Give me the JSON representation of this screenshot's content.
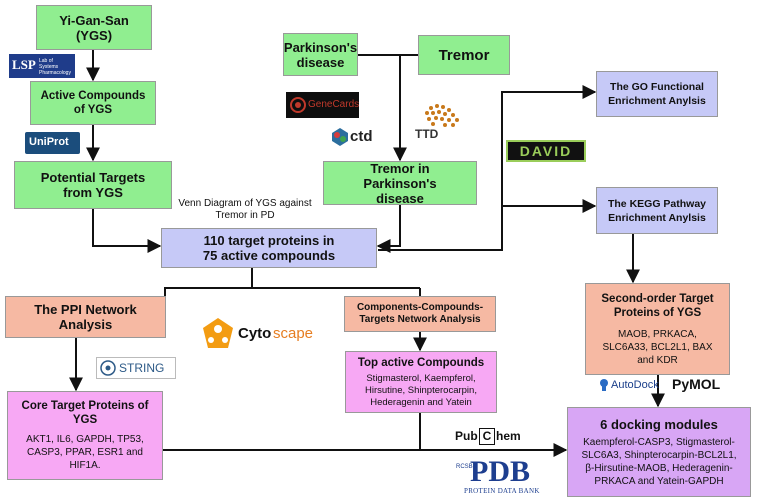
{
  "nodes": {
    "ygs": "Yi-Gan-San (YGS)",
    "active_compounds": "Active Compounds of YGS",
    "potential_targets": "Potential Targets from YGS",
    "parkinsons": "Parkinson's disease",
    "tremor": "Tremor",
    "tremor_pd": "Tremor in Parkinson's disease",
    "go": "The GO Functional Enrichment Anylsis",
    "kegg": "The KEGG Pathway Enrichment Anylsis",
    "target_proteins": "110 target proteins in 75 active compounds",
    "ppi": "The PPI Network Analysis",
    "network_analysis": "Components-Compounds-Targets Network Analysis",
    "second_order_title": "Second-order Target Proteins of YGS",
    "second_order_list": "MAOB, PRKACA, SLC6A33, BCL2L1, BAX and KDR",
    "top_compounds_title": "Top active Compounds",
    "top_compounds_list": "Stigmasterol, Kaempferol, Hirsutine, Shinpterocarpin, Hederagenin and Yatein",
    "core_title": "Core Target Proteins of YGS",
    "core_list": "AKT1, IL6, GAPDH, TP53, CASP3, PPAR, ESR1 and HIF1A.",
    "docking_title": "6 docking modules",
    "docking_list": "Kaempferol-CASP3, Stigmasterol-SLC6A3, Shinpterocarpin-BCL2L1, β-Hirsutine-MAOB, Hederagenin-PRKACA and Yatein-GAPDH"
  },
  "venn_label": "Venn Diagram of YGS against Tremor in PD",
  "logos": {
    "lsp": "LSP",
    "lsp_sub": "Lab of Systems Pharmacology",
    "uniprot": "UniProt",
    "genecards": "GeneCards",
    "ctd": "ctd",
    "ttd": "TTD",
    "david": "DAVID",
    "cytoscape_a": "Cyto",
    "cytoscape_b": "scape",
    "string": "STRING",
    "autodock": "AutoDock",
    "pymol": "PyMOL",
    "pubchem_a": "Pub",
    "pubchem_b": "C",
    "pubchem_c": "hem",
    "pdb": "PDB",
    "pdb_rcsb": "RCSB",
    "pdb_sub": "PROTEIN DATA BANK"
  }
}
